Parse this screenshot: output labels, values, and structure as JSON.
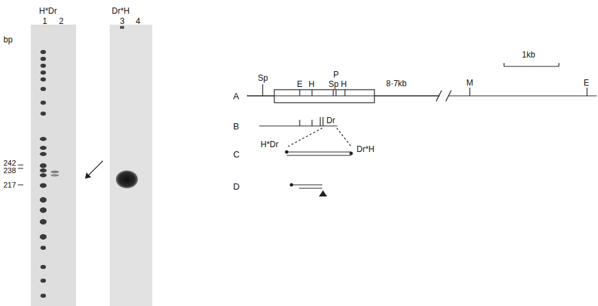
{
  "diagram": {
    "labels": [
      "H*Dr",
      "1",
      "2",
      "Dr*H",
      "3",
      "4",
      "bp",
      "242",
      "238",
      "217",
      "1kb",
      "Sp",
      "E",
      "H",
      "P",
      "Sp",
      "H",
      "8·7kb",
      "M",
      "E",
      "A",
      "B",
      "Dr",
      "C",
      "H*Dr",
      "Dr*H",
      "D"
    ]
  }
}
